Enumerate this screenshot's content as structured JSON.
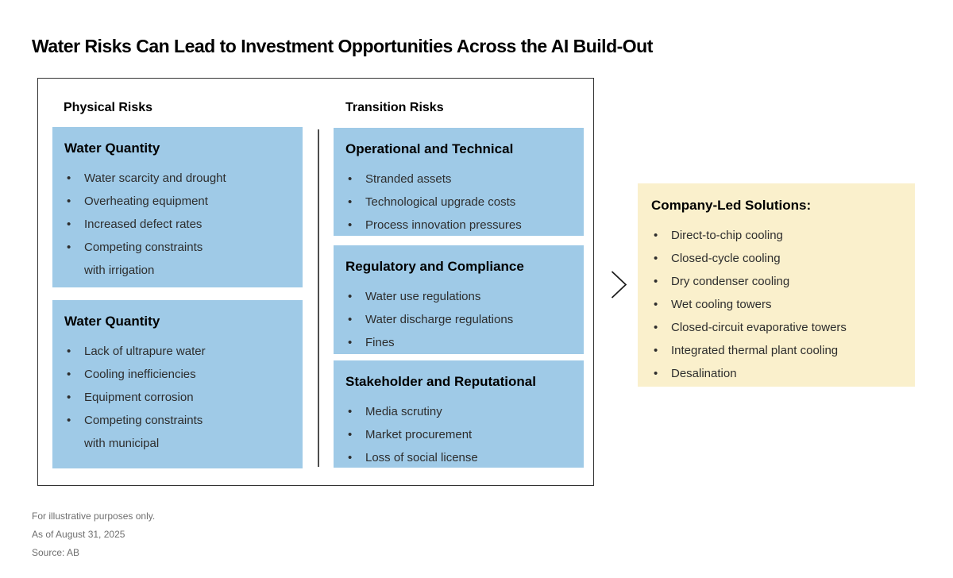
{
  "page_title": "Water Risks Can Lead to Investment Opportunities Across the AI Build-Out",
  "risk_panel": {
    "columns": [
      {
        "heading": "Physical Risks",
        "boxes": [
          {
            "title": "Water Quantity",
            "items": [
              "Water scarcity and drought",
              "Overheating equipment",
              "Increased defect rates",
              "Competing constraints\nwith irrigation"
            ]
          },
          {
            "title": "Water Quantity",
            "items": [
              "Lack of ultrapure water",
              "Cooling inefficiencies",
              "Equipment corrosion",
              "Competing constraints\nwith municipal"
            ]
          }
        ]
      },
      {
        "heading": "Transition Risks",
        "boxes": [
          {
            "title": "Operational and Technical",
            "items": [
              "Stranded assets",
              "Technological upgrade costs",
              "Process innovation pressures"
            ]
          },
          {
            "title": "Regulatory and Compliance",
            "items": [
              "Water use regulations",
              "Water discharge regulations",
              "Fines"
            ]
          },
          {
            "title": "Stakeholder and Reputational",
            "items": [
              "Media scrutiny",
              "Market procurement",
              "Loss of social license"
            ]
          }
        ]
      }
    ]
  },
  "solutions_box": {
    "heading": "Company-Led Solutions:",
    "items": [
      "Direct-to-chip cooling",
      "Closed-cycle cooling",
      "Dry condenser cooling",
      "Wet cooling towers",
      "Closed-circuit evaporative towers",
      "Integrated thermal plant cooling",
      "Desalination"
    ]
  },
  "arrow_icon": "chevron-right",
  "footnotes": [
    "For illustrative purposes only.",
    "As of August 31, 2025",
    "Source: AB"
  ],
  "colors": {
    "risk_box_fill": "#9FCAE7",
    "solutions_box_fill": "#FAF0CC",
    "frame_border": "#333333",
    "divider_line": "#4D4D4D",
    "heading_text": "#000000",
    "body_text": "#2D2D2D",
    "footnote_text": "#6F6F6F"
  }
}
